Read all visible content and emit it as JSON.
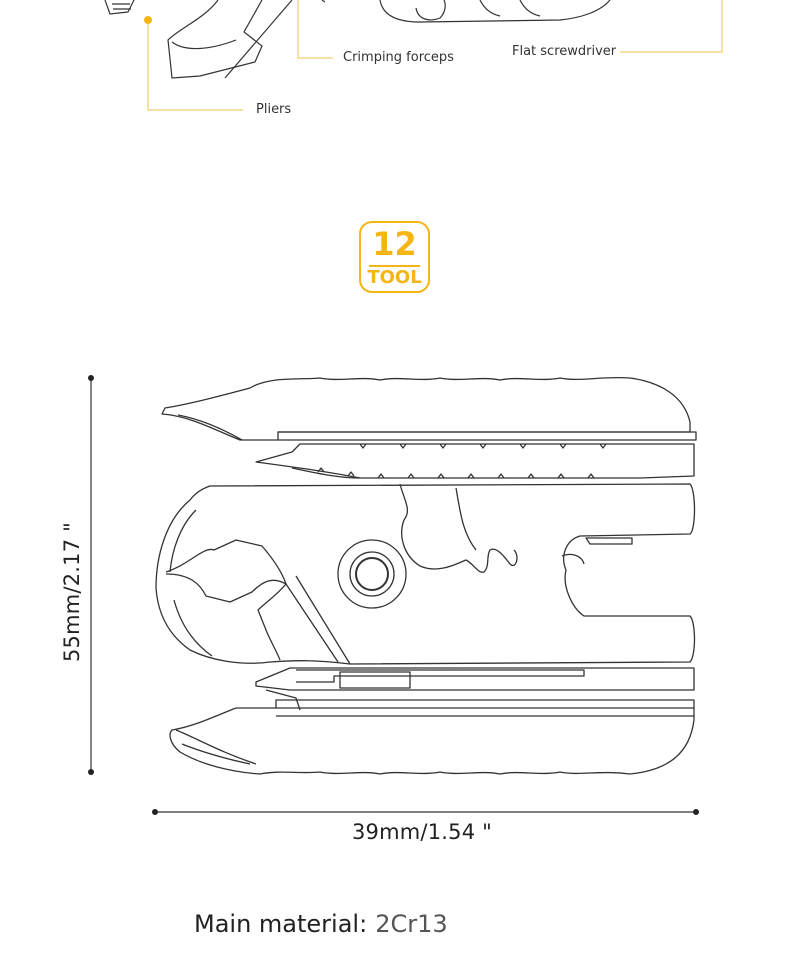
{
  "callouts": {
    "crimping": "Crimping forceps",
    "flat_screwdriver": "Flat screwdriver",
    "pliers": "Pliers"
  },
  "badge": {
    "number": "12",
    "word": "TOOL"
  },
  "dimensions": {
    "height_label": "55mm/2.17 \"",
    "width_label": "39mm/1.54 \""
  },
  "material": {
    "label": "Main material:",
    "value": "2Cr13"
  },
  "colors": {
    "accent": "#f5b514",
    "outline": "#333333",
    "leader": "#f2c34a"
  }
}
